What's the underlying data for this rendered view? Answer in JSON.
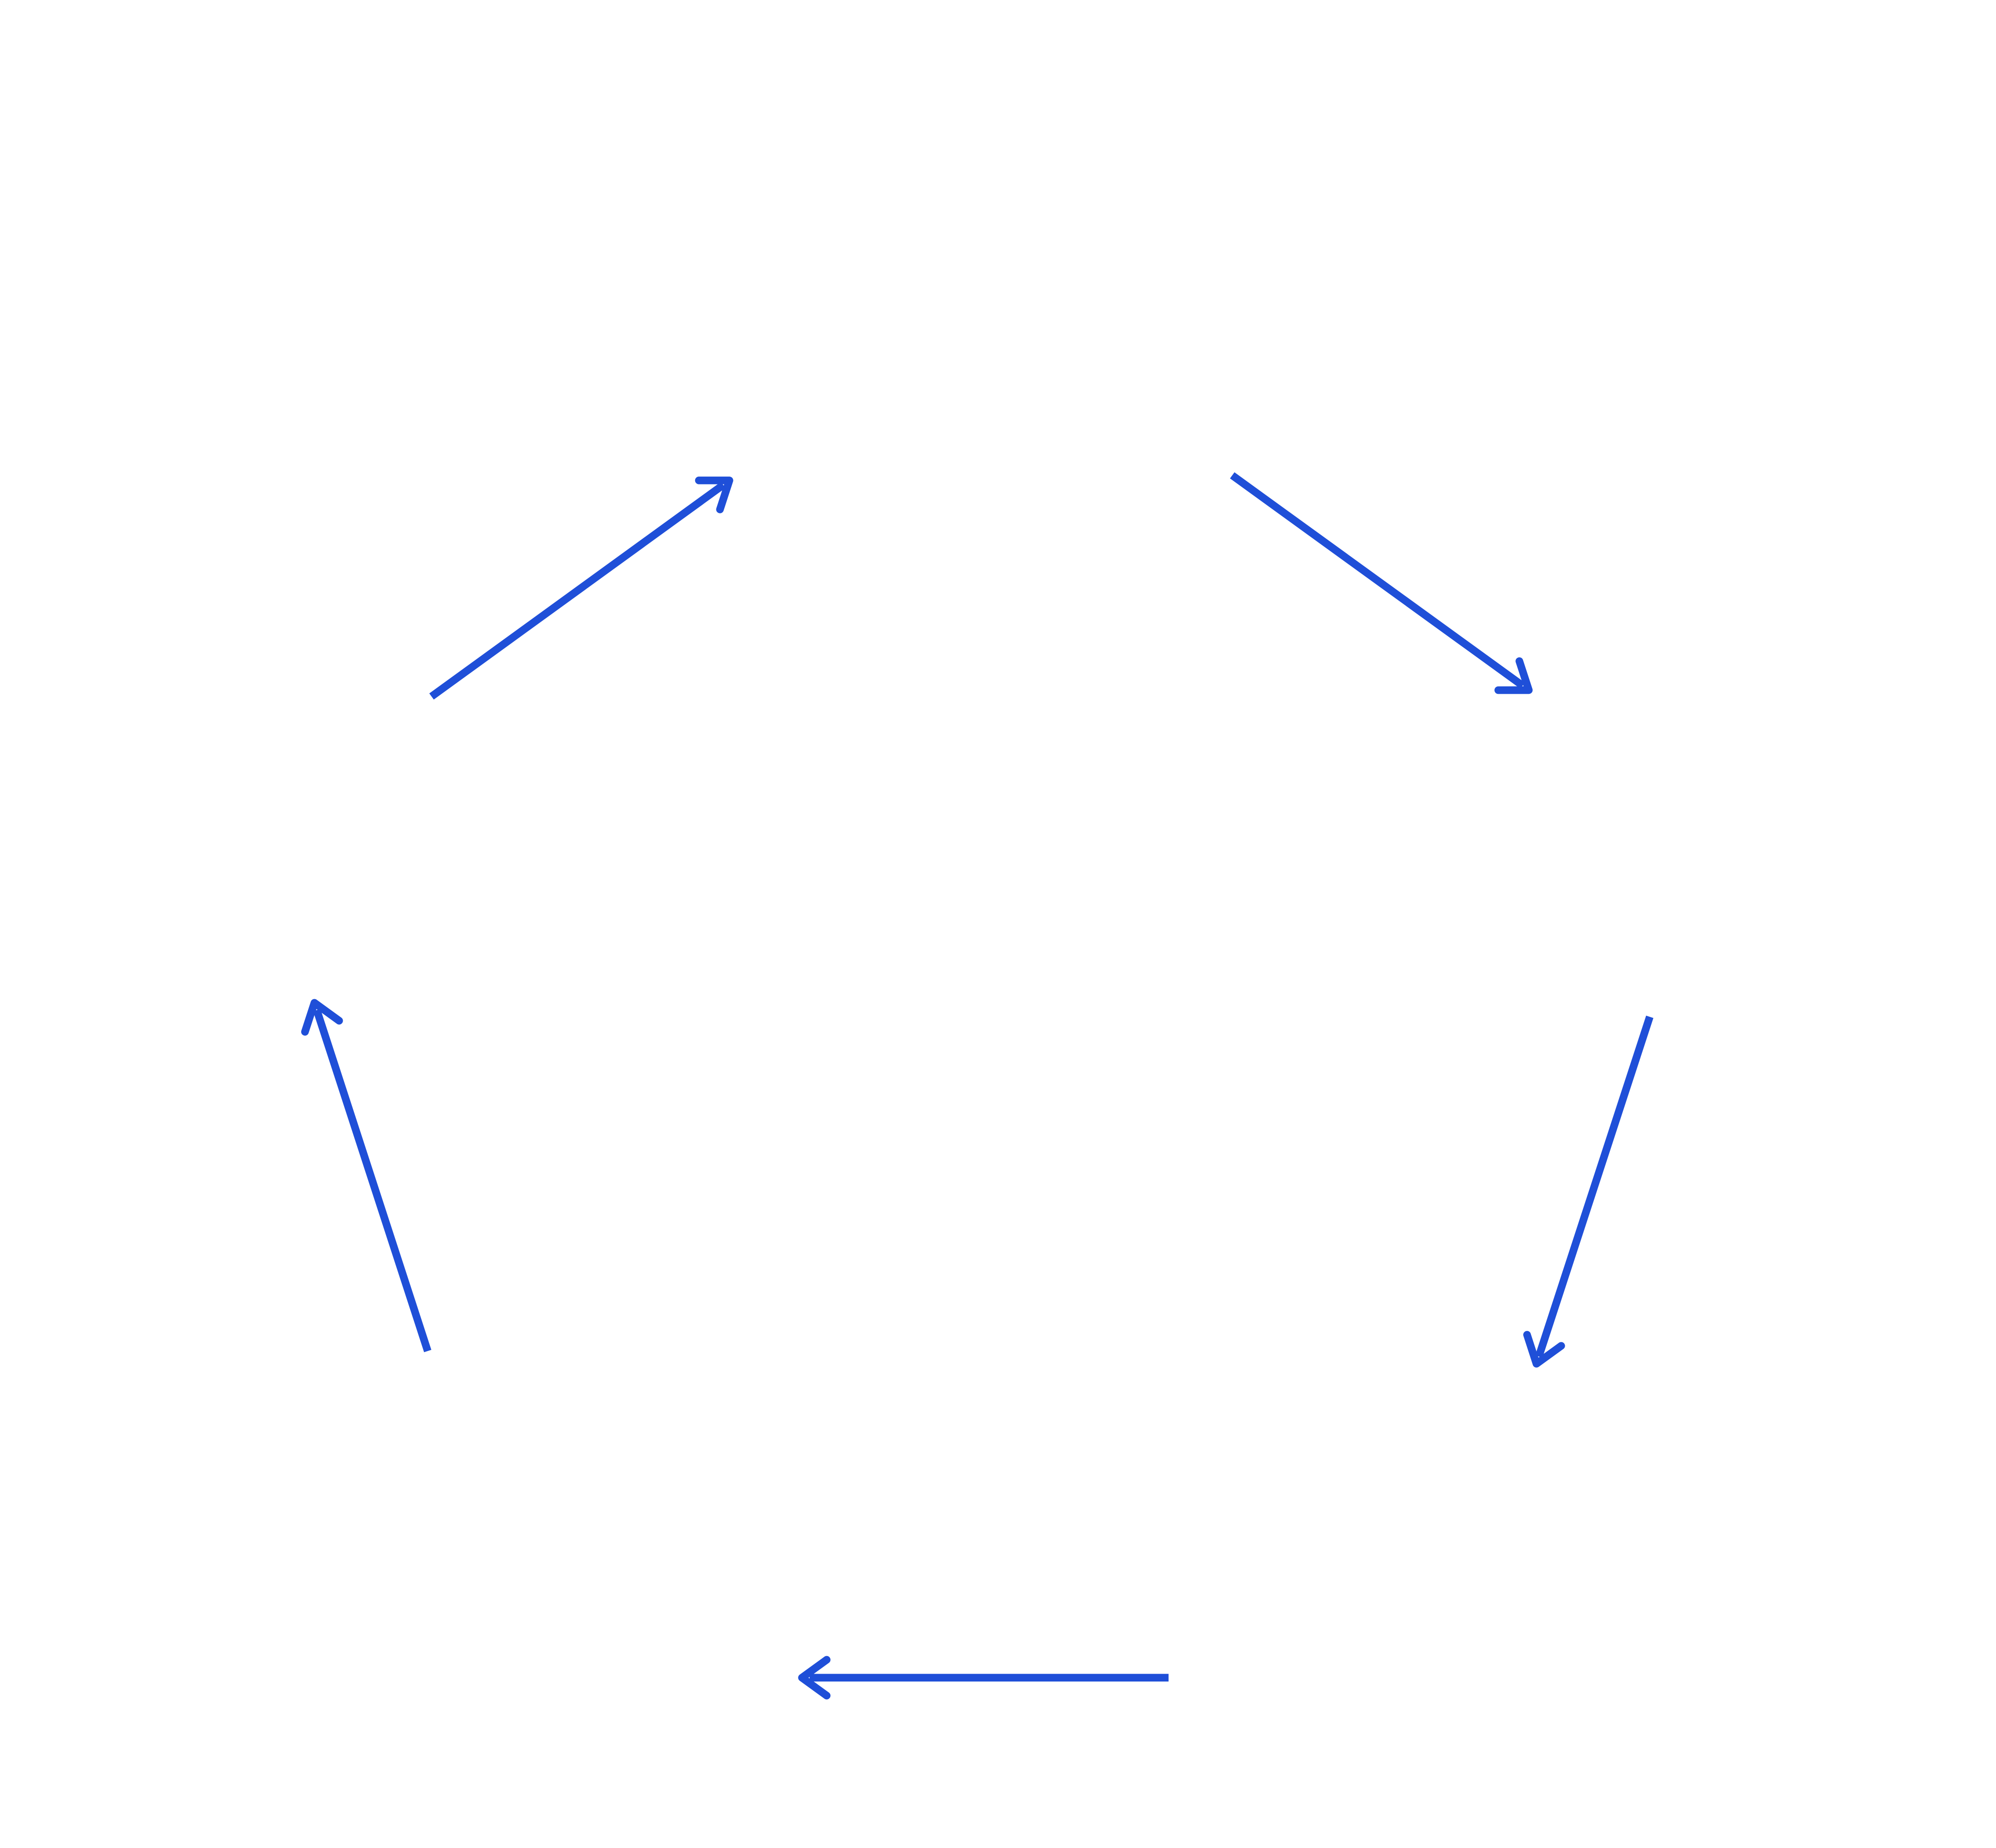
{
  "diagram": {
    "type": "cycle",
    "arrow_color": "#1f4fd8",
    "arrows": [
      {
        "direction": "toward-top-left-gap"
      },
      {
        "direction": "toward-right-gap"
      },
      {
        "direction": "toward-bottom-right-gap"
      },
      {
        "direction": "toward-bottom-left-gap"
      },
      {
        "direction": "toward-left-gap"
      }
    ]
  }
}
